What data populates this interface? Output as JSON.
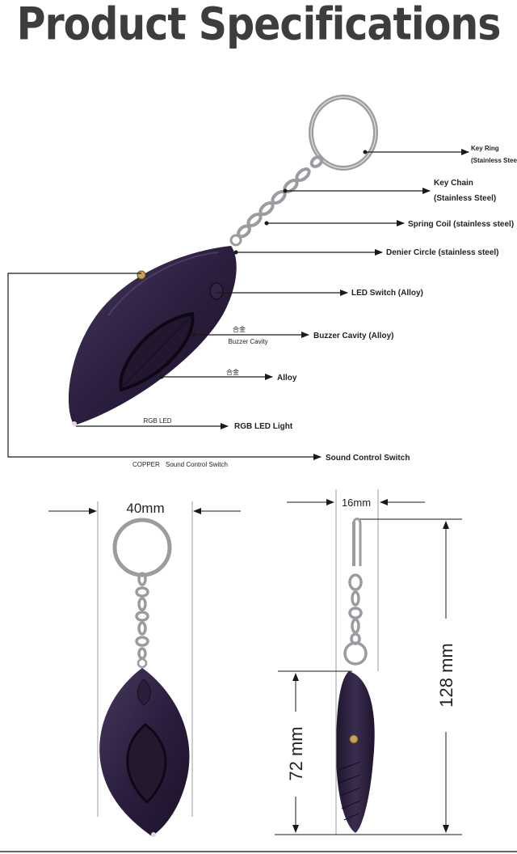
{
  "title": "Product Specifications",
  "callouts": {
    "key_ring": [
      "Key Ring",
      "(Stainless Steel)"
    ],
    "key_chain": [
      "Key Chain",
      "(Stainless Steel)"
    ],
    "spring_coil": "Spring Coil (stainless steel)",
    "denier_circle": "Denier Circle (stainless steel)",
    "led_switch": "LED Switch (Alloy)",
    "buzzer_cavity": "Buzzer Cavity (Alloy)",
    "alloy": "Alloy",
    "rgb_led_light": "RGB LED Light",
    "sound_control_switch": "Sound Control Switch"
  },
  "inline_labels": {
    "buzzer_cn": "合金",
    "buzzer_en": "Buzzer Cavity",
    "alloy_cn": "合金",
    "rgb_led": "RGB LED",
    "copper": "COPPER",
    "sound_switch": "Sound Control Switch"
  },
  "dimensions": {
    "width": "40mm",
    "thickness": "16mm",
    "total_length": "128 mm",
    "body_length": "72 mm"
  },
  "colors": {
    "body": "#2a1d3c",
    "body_highlight": "#4a3a60",
    "metal": "#9a9ca0",
    "line": "#1a1a1a"
  }
}
